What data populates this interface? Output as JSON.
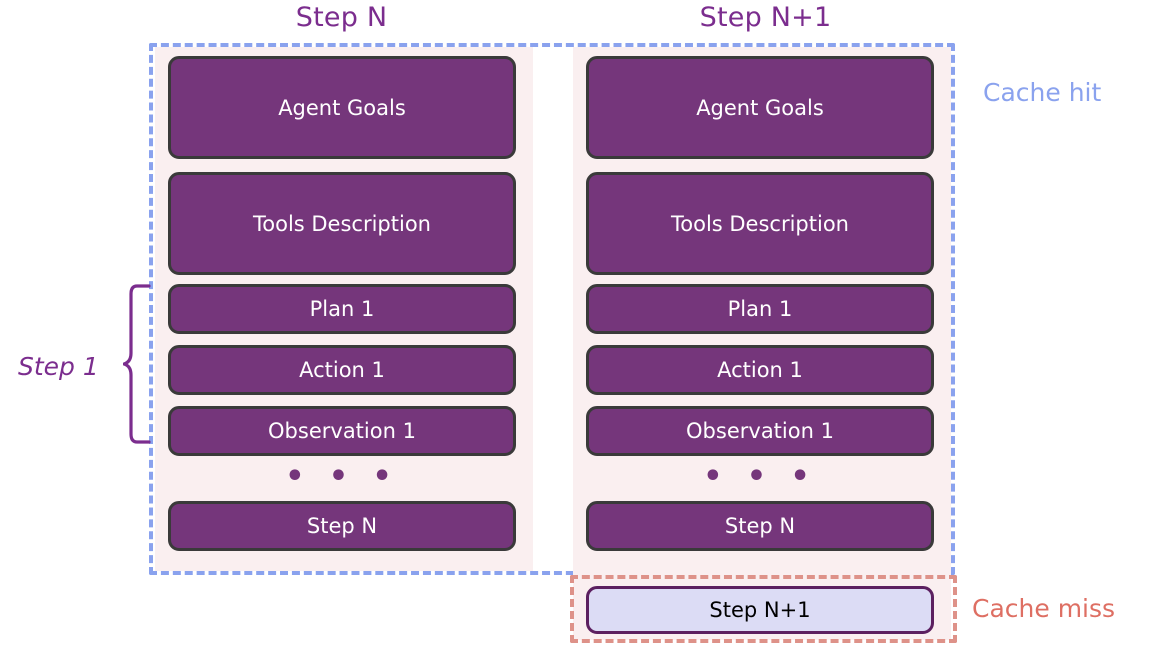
{
  "titles": {
    "step_n": "Step N",
    "step_n_plus_1": "Step N+1"
  },
  "legends": {
    "cache_hit": "Cache hit",
    "cache_miss": "Cache miss"
  },
  "annotations": {
    "step_1": "Step 1",
    "ellipsis": "• • •"
  },
  "columns": [
    {
      "id": "step-n",
      "blocks": [
        {
          "label": "Agent Goals"
        },
        {
          "label": "Tools Description"
        },
        {
          "label": "Plan 1"
        },
        {
          "label": "Action 1"
        },
        {
          "label": "Observation 1"
        },
        {
          "label": "Step N"
        }
      ]
    },
    {
      "id": "step-n-plus-1",
      "blocks": [
        {
          "label": "Agent Goals"
        },
        {
          "label": "Tools Description"
        },
        {
          "label": "Plan 1"
        },
        {
          "label": "Action 1"
        },
        {
          "label": "Observation 1"
        },
        {
          "label": "Step N"
        }
      ]
    }
  ],
  "cache_miss_block": {
    "label": "Step N+1"
  },
  "colors": {
    "block_fill": "#75367B",
    "block_border": "#3A3A3A",
    "column_bg": "#FAEFF0",
    "cache_hit_border": "#8AA2EE",
    "cache_miss_border": "#DE9289",
    "cache_miss_text": "#DE6F63",
    "title_purple": "#7B2D8E",
    "new_block_fill": "#DCDCF5",
    "new_block_border": "#5C2060"
  }
}
